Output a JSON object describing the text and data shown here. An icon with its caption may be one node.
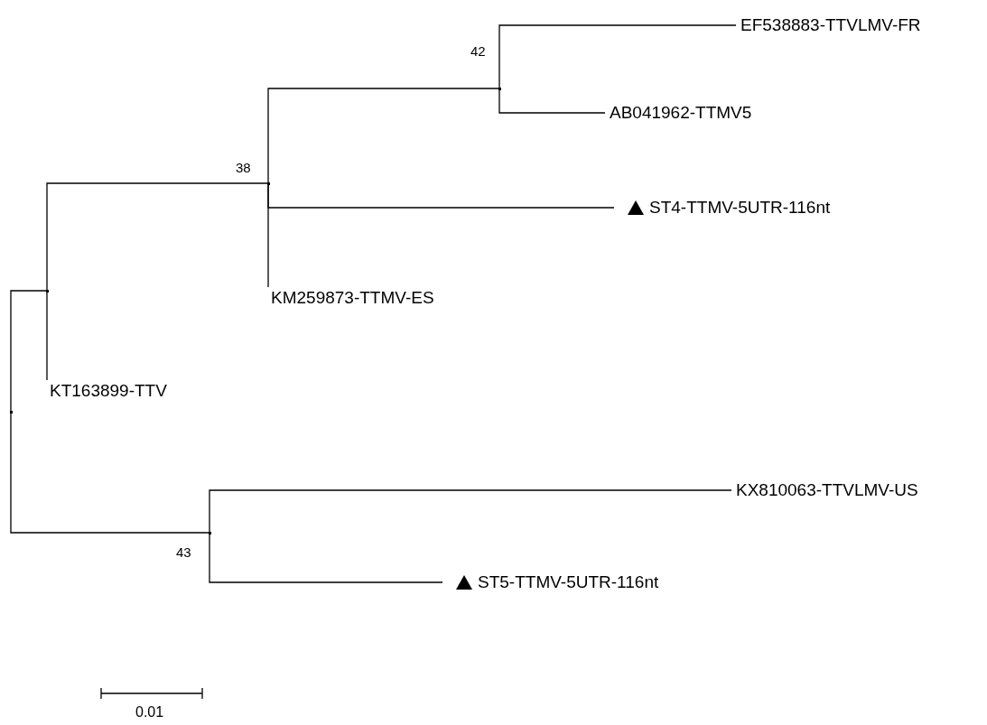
{
  "diagram": {
    "nodes": [
      {
        "text": [],
        "shape": "point"
      },
      {
        "text": [],
        "shape": "point"
      },
      {
        "text": [],
        "shape": "point",
        "beside": [
          "38"
        ]
      },
      {
        "text": [],
        "shape": "point",
        "beside": [
          "42"
        ]
      },
      {
        "text": [
          "EF538883-TTVLMV-FR"
        ]
      },
      {
        "text": [
          "AB041962-TTMV5"
        ]
      },
      {
        "text": [
          "ST4-TTMV-5UTR-116nt"
        ]
      },
      {
        "text": [
          "KM259873-TTMV-ES"
        ]
      },
      {
        "text": [
          "KT163899-TTV"
        ]
      },
      {
        "text": [],
        "shape": "point",
        "beside": [
          "43"
        ]
      },
      {
        "text": [
          "KX810063-TTVLMV-US"
        ]
      },
      {
        "text": [
          "ST5-TTMV-5UTR-116nt"
        ]
      }
    ],
    "edges": [
      {
        "from": 0,
        "to": 1,
        "arrow": "none"
      },
      {
        "from": 1,
        "to": 2,
        "arrow": "none"
      },
      {
        "from": 2,
        "to": 3,
        "arrow": "none"
      },
      {
        "from": 3,
        "to": 4,
        "arrow": "none"
      },
      {
        "from": 3,
        "to": 5,
        "arrow": "none"
      },
      {
        "from": 2,
        "to": 6,
        "arrow": "none"
      },
      {
        "from": 2,
        "to": 7,
        "arrow": "none"
      },
      {
        "from": 1,
        "to": 8,
        "arrow": "none"
      },
      {
        "from": 0,
        "to": 9,
        "arrow": "none"
      },
      {
        "from": 9,
        "to": 10,
        "arrow": "none"
      },
      {
        "from": 9,
        "to": 11,
        "arrow": "none"
      }
    ],
    "labels": [
      "0.01"
    ]
  }
}
